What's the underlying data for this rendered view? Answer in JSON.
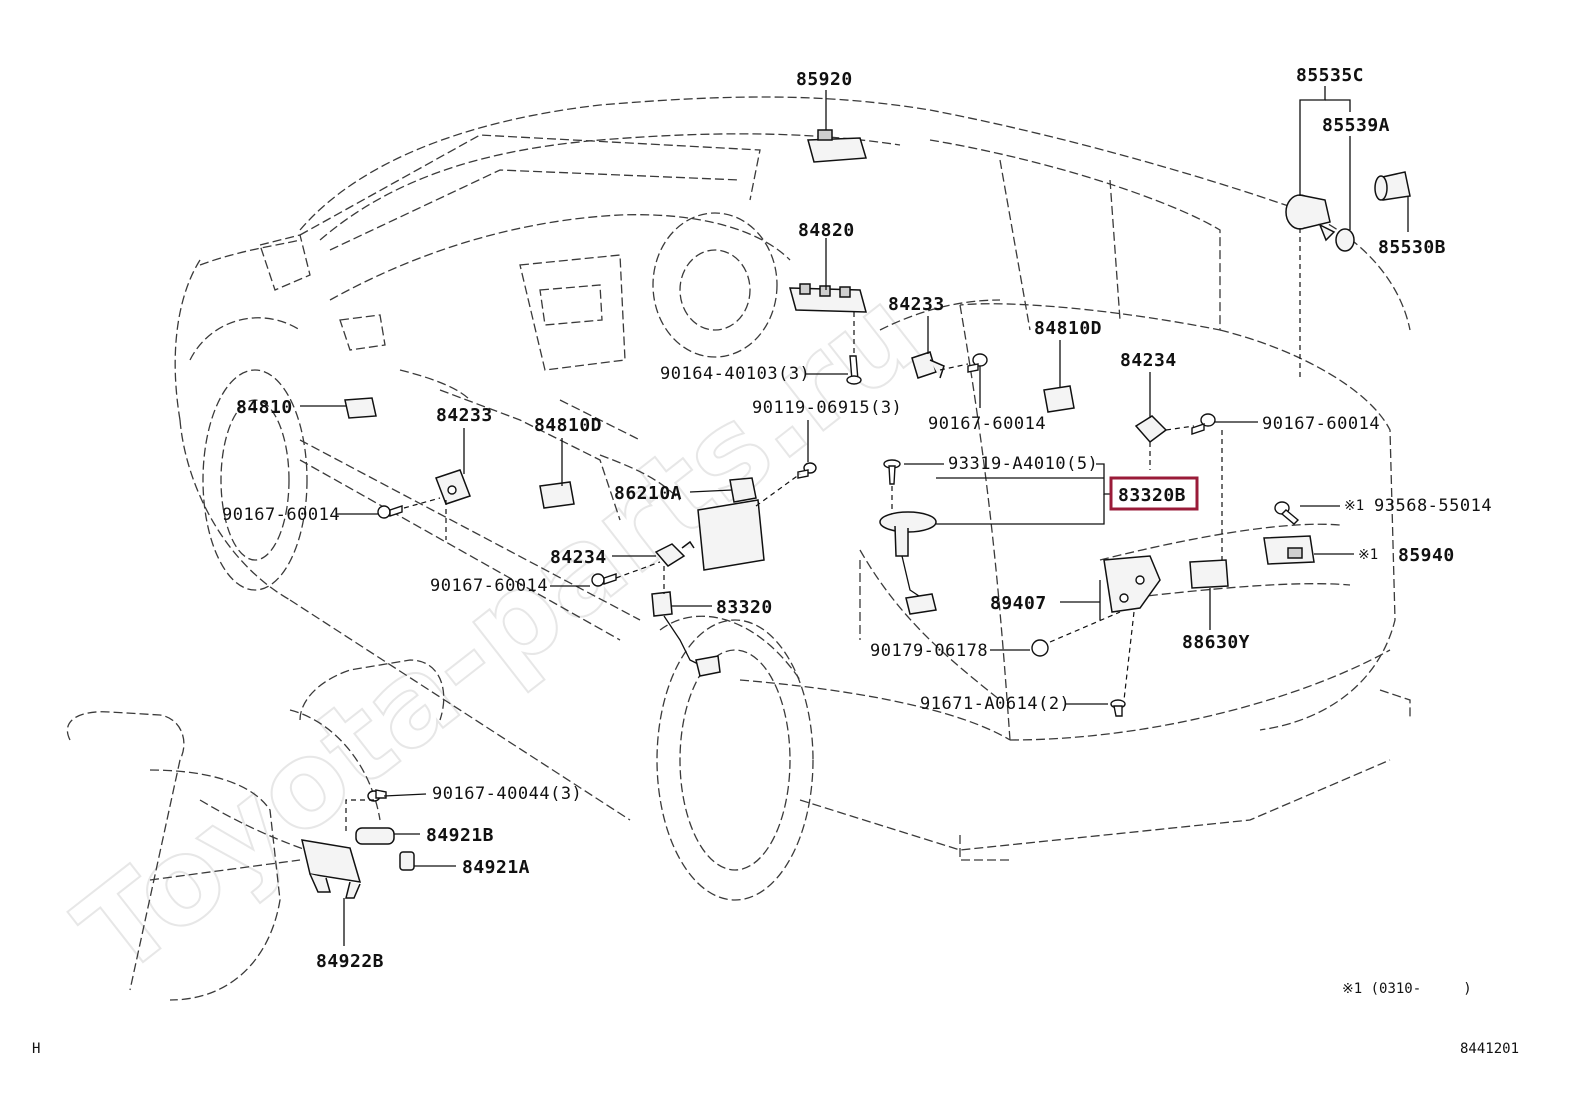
{
  "diagram_code": "8441201",
  "corner_letter": "H",
  "watermark_text": "Toyota-parts.ru",
  "footnote": "※1 (0310-     )",
  "highlight_color": "#9a1b38",
  "parts": {
    "p85920": "85920",
    "p85535C": "85535C",
    "p85539A": "85539A",
    "p85530B": "85530B",
    "p84820": "84820",
    "p84233_right": "84233",
    "p84810D_right": "84810D",
    "p84234_right": "84234",
    "p90164_40103": "90164-40103(3)",
    "p90167_60014_mid": "90167-60014",
    "p90119_06915": "90119-06915(3)",
    "p90167_60014_right": "90167-60014",
    "p84810": "84810",
    "p84233_left": "84233",
    "p84810D_left": "84810D",
    "p93319_A4010": "93319-A4010(5)",
    "p83320B": "83320B",
    "p93568_55014": "93568-55014",
    "p93568_marker": "※1",
    "p86210A": "86210A",
    "p90167_60014_left": "90167-60014",
    "p85940": "85940",
    "p85940_marker": "※1",
    "p84234_left": "84234",
    "p90167_60014_low": "90167-60014",
    "p83320": "83320",
    "p89407": "89407",
    "p88630Y": "88630Y",
    "p90179_06178": "90179-06178",
    "p91671_A0614": "91671-A0614(2)",
    "p90167_40044": "90167-40044(3)",
    "p84921B": "84921B",
    "p84921A": "84921A",
    "p84922B": "84922B"
  }
}
